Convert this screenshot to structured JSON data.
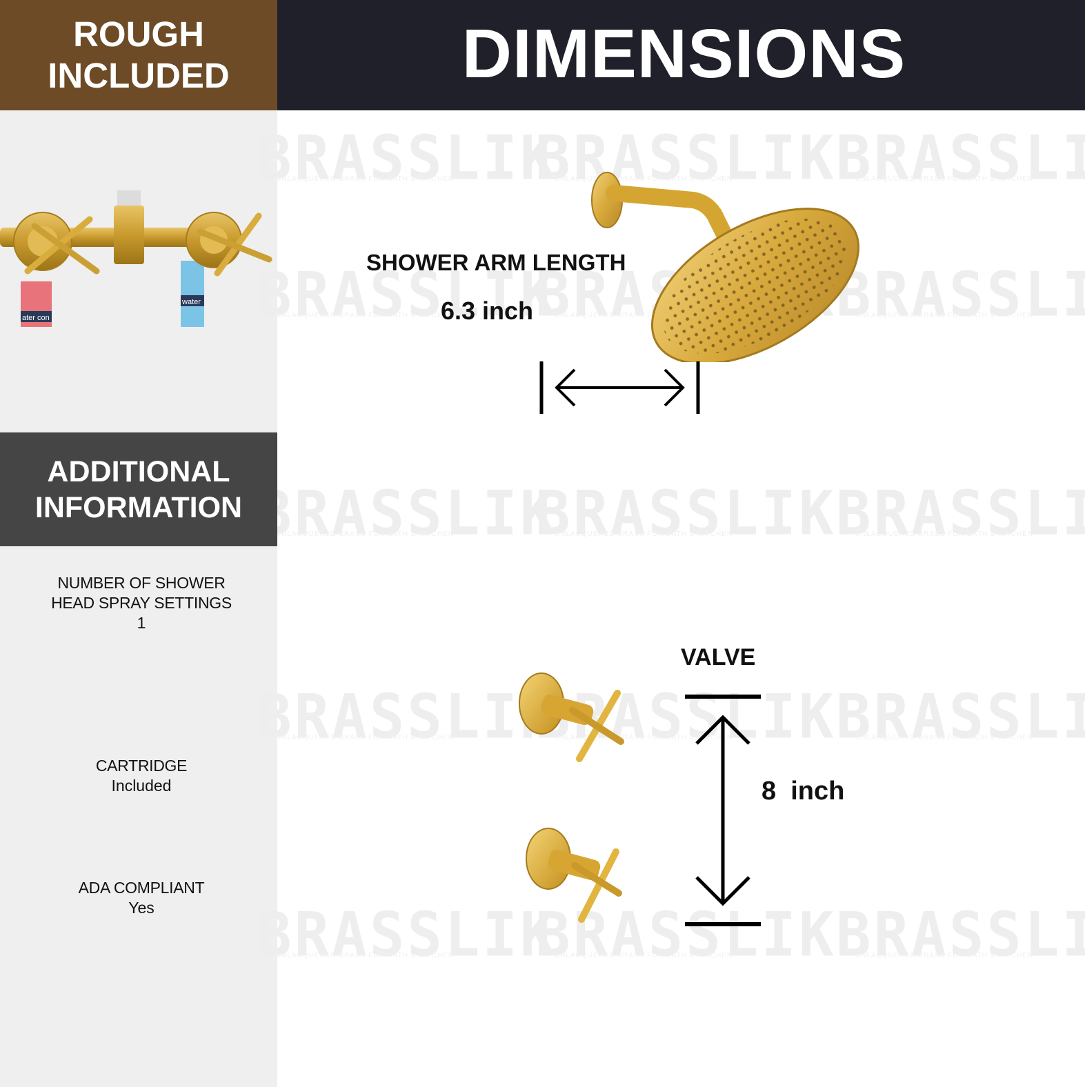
{
  "header": {
    "rough_line1": "ROUGH",
    "rough_line2": "INCLUDED",
    "dimensions": "DIMENSIONS"
  },
  "rough_image": {
    "hot_label": "ater con",
    "cold_label": "water"
  },
  "additional": {
    "title_line1": "ADDITIONAL",
    "title_line2": "INFORMATION",
    "items": [
      {
        "label_line1": "NUMBER OF SHOWER",
        "label_line2": "HEAD SPRAY SETTINGS",
        "value": "1"
      },
      {
        "label_line1": "CARTRIDGE",
        "label_line2": "",
        "value": "Included"
      },
      {
        "label_line1": "ADA COMPLIANT",
        "label_line2": "",
        "value": "Yes"
      }
    ]
  },
  "dimensions": {
    "shower_arm_label": "SHOWER ARM LENGTH",
    "shower_arm_value": "6.3 inch",
    "valve_label": "VALVE",
    "valve_value": "8  inch"
  },
  "watermark": {
    "brand": "BRASSLIK",
    "tagline": "UNLACQUERED BRASS FOR BATH & KITCHEN"
  },
  "colors": {
    "rough_header_bg": "#6d4b26",
    "dimensions_header_bg": "#1f2029",
    "additional_header_bg": "#454546",
    "left_panel_bg": "#efefef",
    "brass": "#d4a530"
  }
}
